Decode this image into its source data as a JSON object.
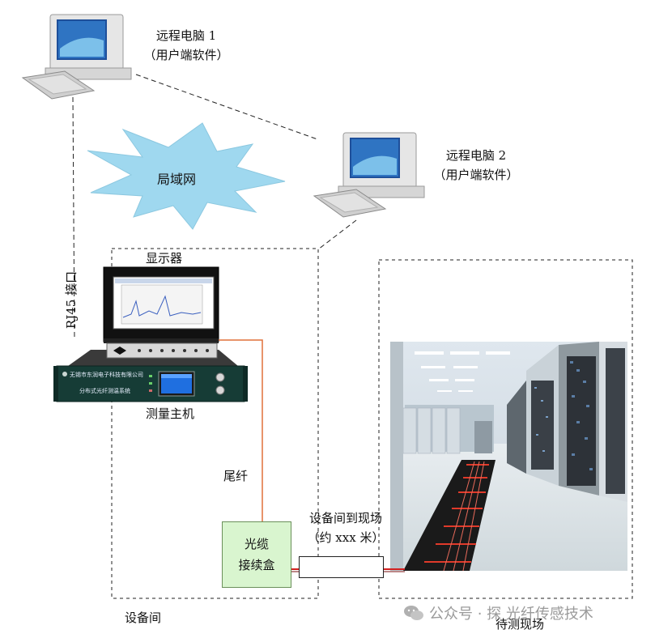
{
  "computer1": {
    "name": "远程电脑 1",
    "sub": "（用户端软件）"
  },
  "computer2": {
    "name": "远程电脑 2",
    "sub": "（用户端软件）"
  },
  "lan": {
    "label": "局域网"
  },
  "rj45": {
    "label": "RJ45 接口"
  },
  "monitor": {
    "label": "显示器"
  },
  "host": {
    "label": "测量主机",
    "panel_company": "无锡市东润电子科技有限公司",
    "panel_model": "分布式光纤测温系统"
  },
  "pigtail": {
    "label": "尾纤"
  },
  "splice_box": {
    "line1": "光缆",
    "line2": "接续盒"
  },
  "link": {
    "line1": "设备间到现场",
    "line2": "（约 xxx 米）"
  },
  "equipment_room": {
    "label": "设备间"
  },
  "site": {
    "label": "待测现场"
  },
  "watermark": {
    "text": "公众号 · 探 光纤传感技术"
  },
  "colors": {
    "lan_cloud": "#9fd8ef",
    "fiber": "#e0703a",
    "cable": "#d21f1f",
    "splice_box": "#d9f5cf"
  }
}
